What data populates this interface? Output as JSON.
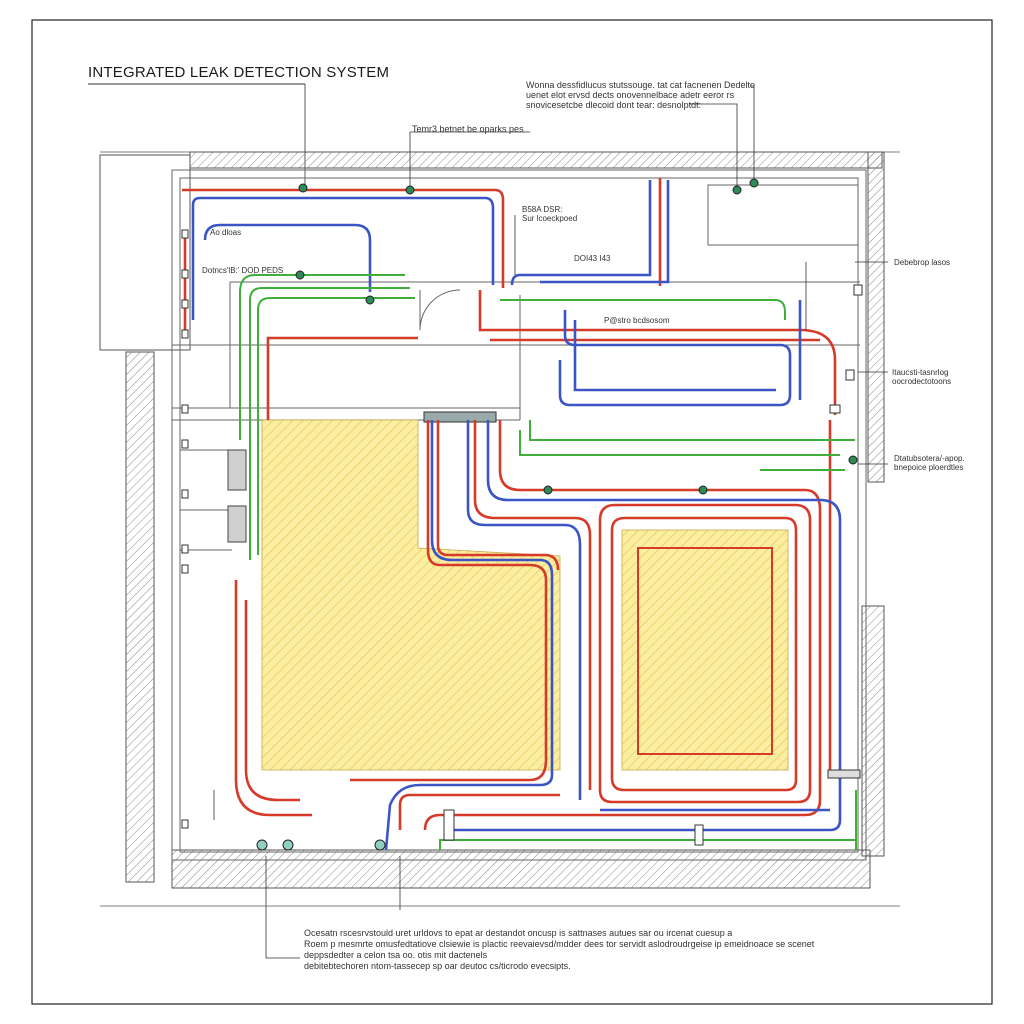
{
  "title": "INTEGRATED LEAK DETECTION SYSTEM",
  "labels": {
    "top_note": "Wonna dessfidlucus stutssouge. tat cat facnenen Dedelto\nuenet elot ervsd dects onovennelbace adetr eeror rs\nsnovicesetcbe dlecoid dont tear: desnolptdt:",
    "upper_callout": "Temr3 betnet be oparks pes",
    "callout_a": "B58A DSR:\nSur lcoeckpoed",
    "callout_b": "Ao dloas",
    "callout_c": "Dotncs'lB:’ DOD PEDS",
    "callout_d": "DOI43 I43",
    "callout_e": "P@stro bcdsosom",
    "right_1": "Debebrop lasos",
    "right_2": "Itaucsti-tasnrlog\noocrodectotoons",
    "right_3": "Dtatubsotera/-apop.\nbnepoice ploerdtles",
    "bottom_note": "Ocesatn rscesrvstould uret urldovs to epat ar destandot oncusp is sattnases autues sar ou ircenat cuesup a\nRoem p mesmrte omusfedtatiove clsiewie is plactic reevaievsd/mdder dees tor servidt aslodroudrgeise ip emeidnoace se scenet\ndeppsdedter a celon tsa oo. otis mit dactenels\ndebitebtechoren ntom-tassecep sp oar deutoc cs/ticrodo evecsipts."
  },
  "colors": {
    "supply": "#d63b2a",
    "return": "#3b55c4",
    "sensor": "#3fae3a",
    "zone_fill": "#fbeea0",
    "zone_hatch": "#e3c95a",
    "wall": "#555555"
  },
  "icons": [
    "valve-icon",
    "sensor-node-icon",
    "manifold-icon",
    "control-panel-icon"
  ]
}
